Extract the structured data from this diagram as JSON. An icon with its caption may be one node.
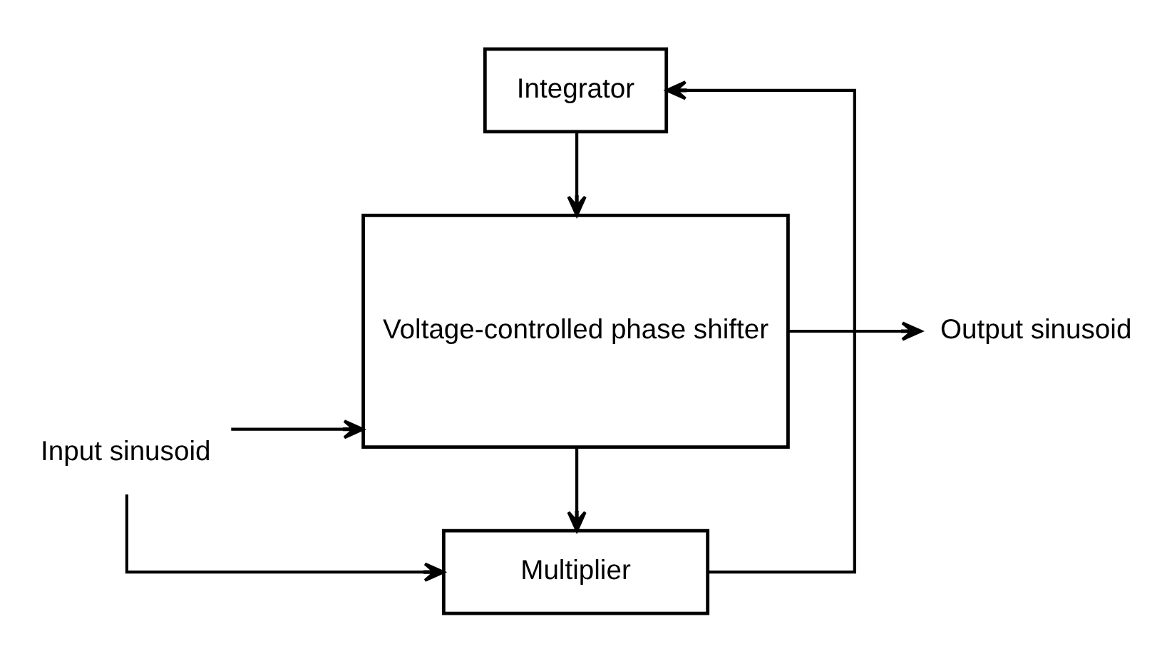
{
  "diagram": {
    "nodes": [
      {
        "text": [
          "Input sinusoid"
        ]
      },
      {
        "text": [
          "Voltage-controlled phase shifter"
        ]
      },
      {
        "text": [
          "Integrator"
        ]
      },
      {
        "text": [
          "Multiplier"
        ]
      },
      {
        "text": [
          "Output sinusoid"
        ]
      }
    ],
    "edges": [
      {
        "from": 0,
        "to": 1,
        "arrow": "to"
      },
      {
        "from": 0,
        "to": 3,
        "arrow": "to"
      },
      {
        "from": 1,
        "to": 4,
        "arrow": "to"
      },
      {
        "from": 1,
        "to": 3,
        "arrow": "to"
      },
      {
        "from": 3,
        "to": 2,
        "arrow": "to"
      },
      {
        "from": 2,
        "to": 1,
        "arrow": "to"
      }
    ]
  }
}
